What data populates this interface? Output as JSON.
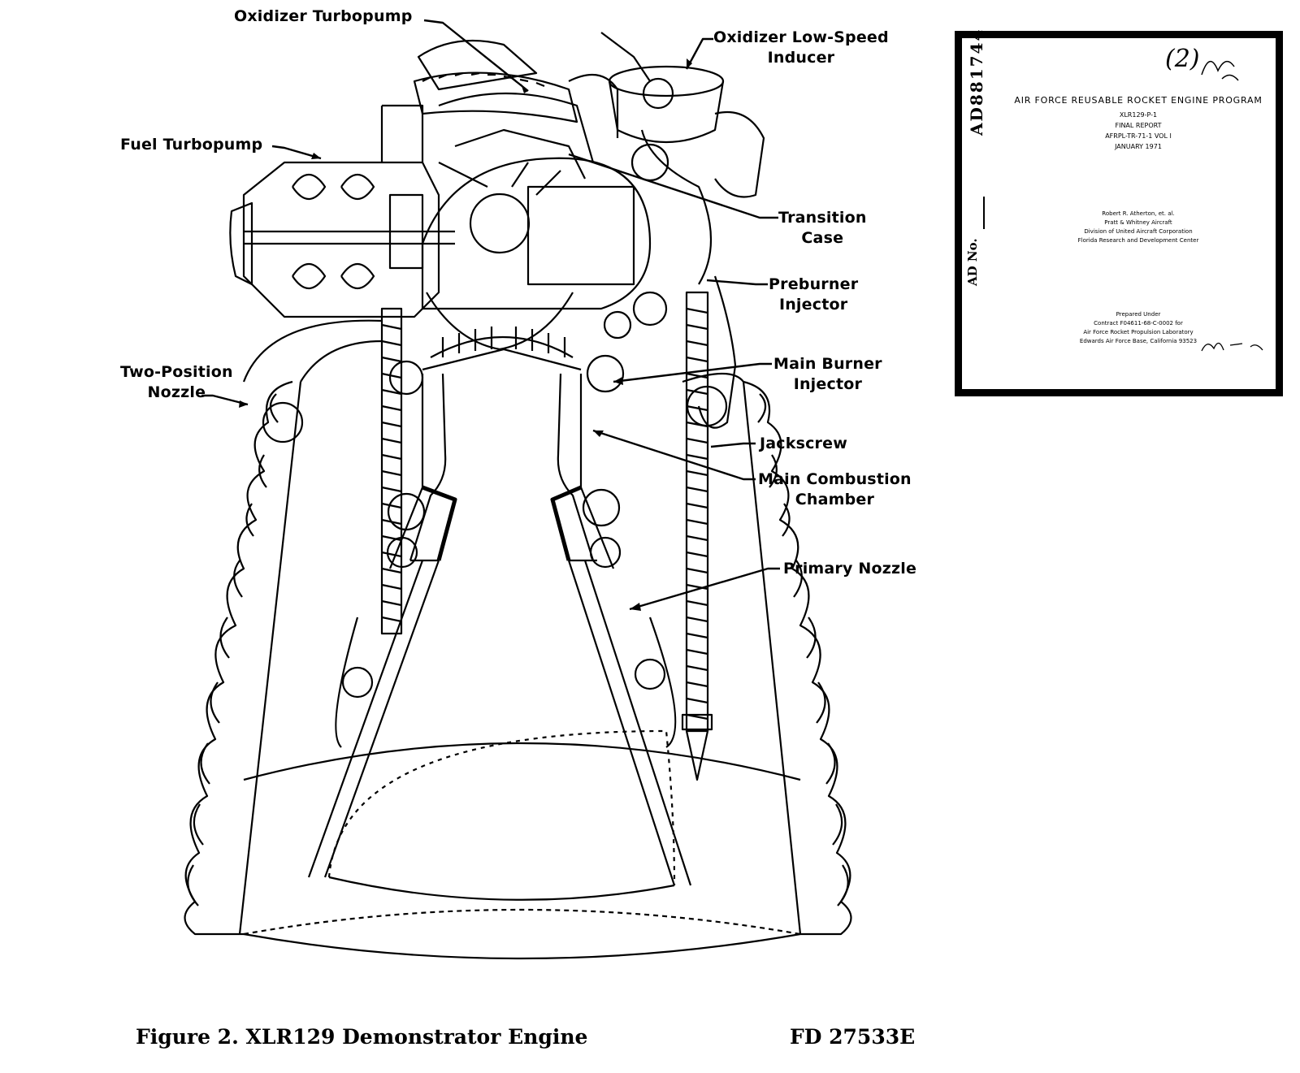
{
  "labels": {
    "oxidizer_turbopump": "Oxidizer Turbopump",
    "oxidizer_inducer_1": "Oxidizer Low-Speed",
    "oxidizer_inducer_2": "Inducer",
    "fuel_turbopump": "Fuel Turbopump",
    "transition_case_1": "Transition",
    "transition_case_2": "Case",
    "preburner_injector_1": "Preburner",
    "preburner_injector_2": "Injector",
    "two_position_nozzle_1": "Two-Position",
    "two_position_nozzle_2": "Nozzle",
    "main_burner_injector_1": "Main Burner",
    "main_burner_injector_2": "Injector",
    "jackscrew": "Jackscrew",
    "main_combustion_chamber_1": "Main Combustion",
    "main_combustion_chamber_2": "Chamber",
    "primary_nozzle": "Primary Nozzle"
  },
  "caption": {
    "figure": "Figure 2.   XLR129 Demonstrator Engine",
    "code": "FD 27533E"
  },
  "cover": {
    "accession_number": "AD881744",
    "stamp": "AD No.",
    "program_title": "AIR FORCE REUSABLE ROCKET ENGINE PROGRAM",
    "designation": "XLR129-P-1",
    "report_type": "FINAL REPORT",
    "report_number": "AFRPL-TR-71-1 VOL I",
    "date": "JANUARY 1971",
    "author": "Robert R. Atherton, et. al.",
    "company": "Pratt & Whitney Aircraft",
    "division": "Division of United Aircraft Corporation",
    "center": "Florida Research and Development Center",
    "prepared_under": "Prepared Under",
    "contract": "Contract F04611-68-C-0002 for",
    "laboratory": "Air Force Rocket Propulsion Laboratory",
    "base": "Edwards Air Force Base, California 93523",
    "handwritten_mark": "(2)"
  },
  "colors": {
    "ink": "#000000",
    "paper": "#ffffff"
  }
}
